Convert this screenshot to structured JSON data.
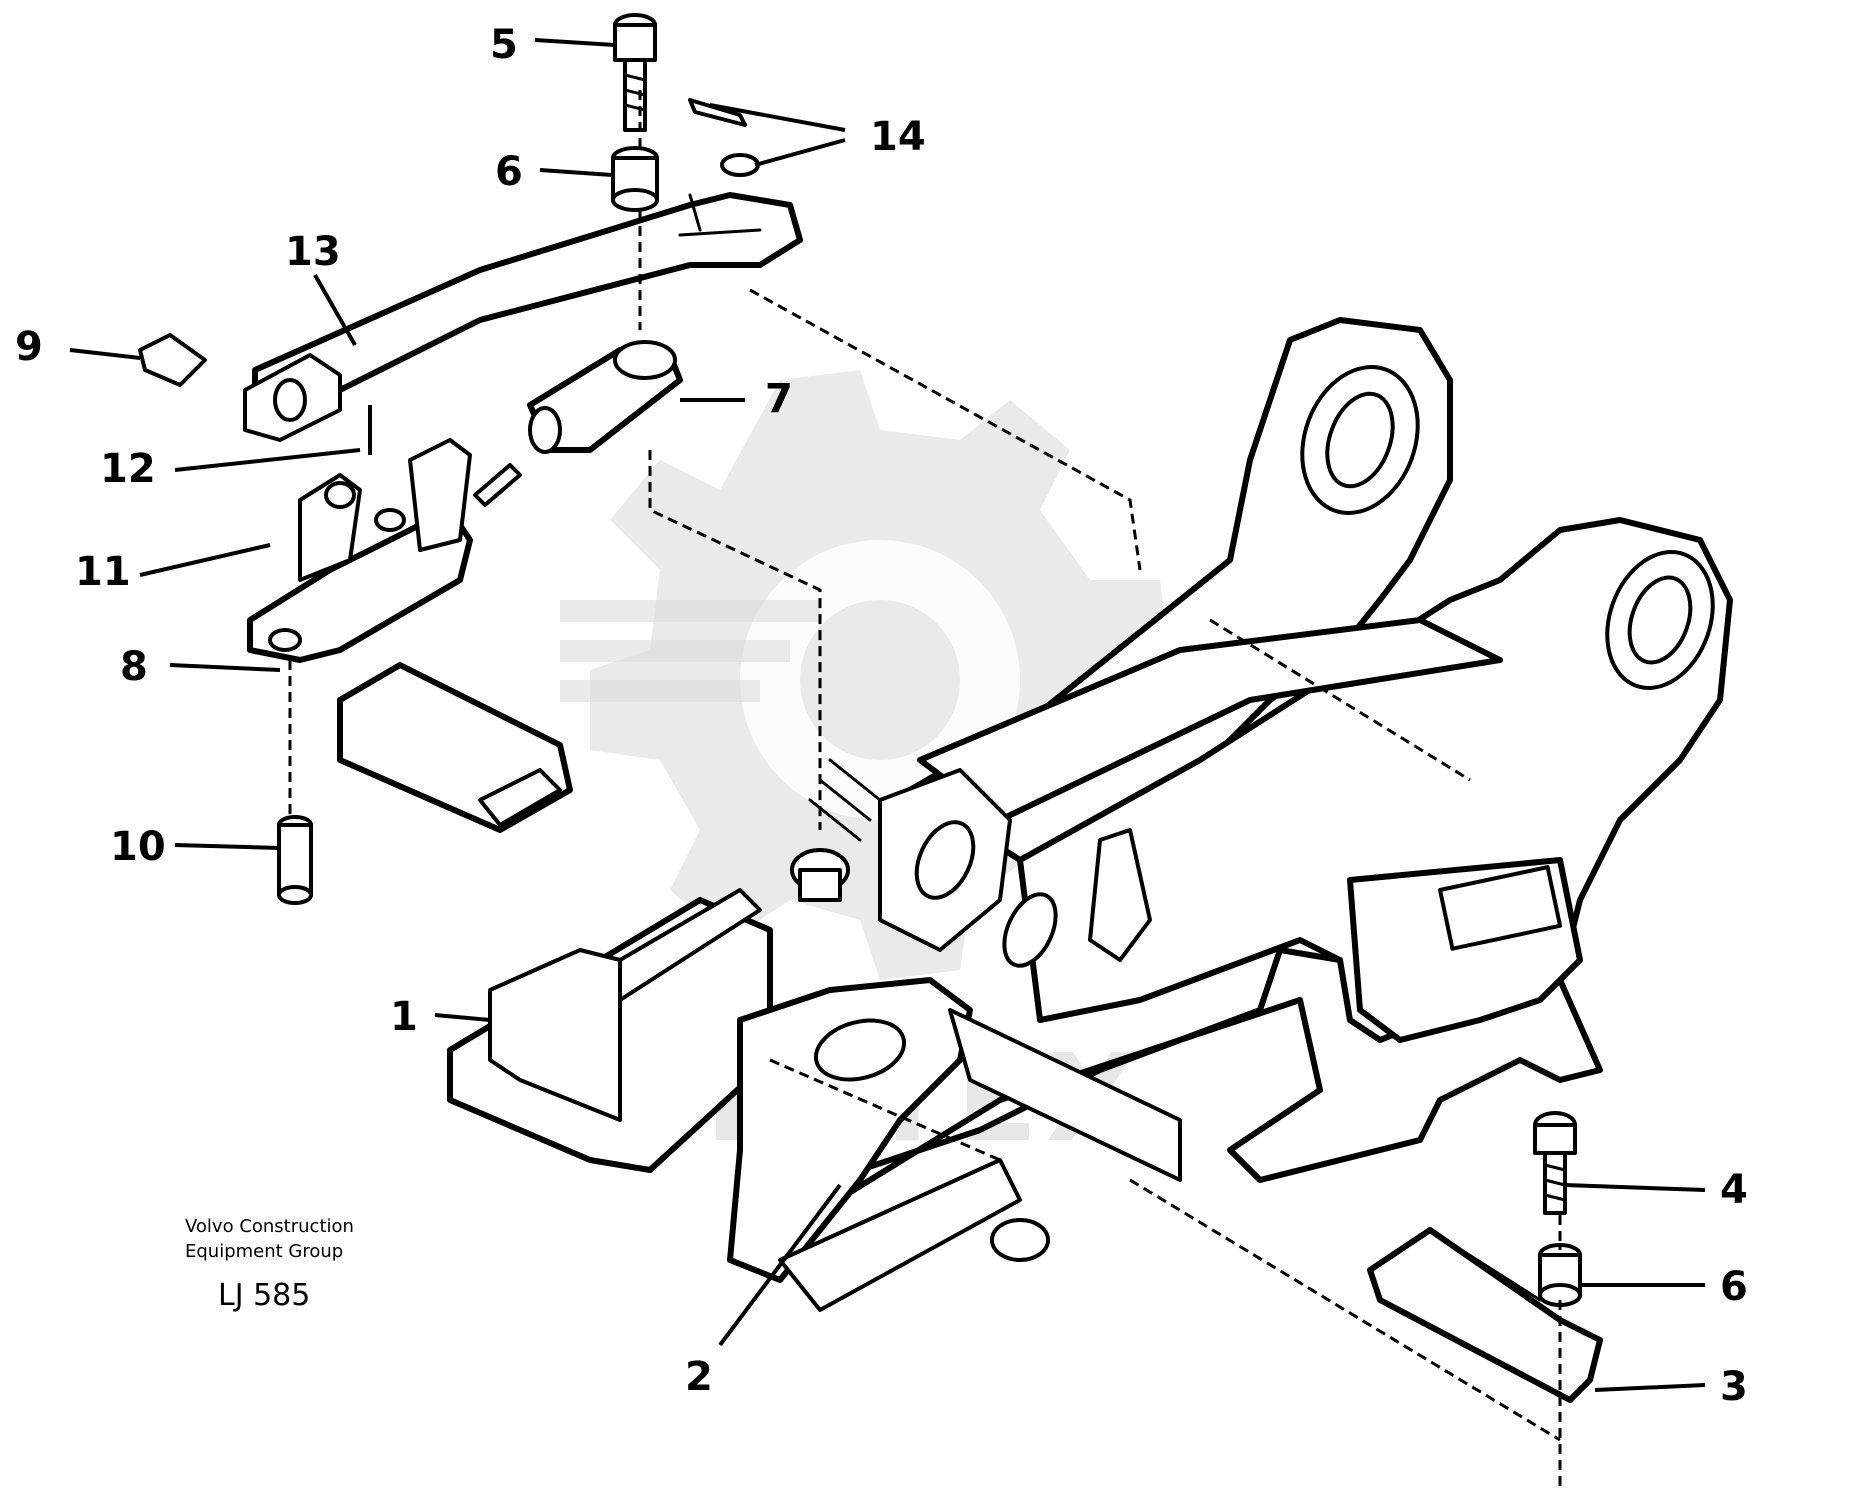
{
  "diagram": {
    "footer": {
      "line1": "Volvo Construction",
      "line2": "Equipment Group",
      "code": "LJ 585"
    },
    "watermark": "HITEX",
    "callouts": [
      {
        "id": "5",
        "label": "5"
      },
      {
        "id": "14",
        "label": "14"
      },
      {
        "id": "6a",
        "label": "6"
      },
      {
        "id": "13",
        "label": "13"
      },
      {
        "id": "9",
        "label": "9"
      },
      {
        "id": "7",
        "label": "7"
      },
      {
        "id": "12",
        "label": "12"
      },
      {
        "id": "11",
        "label": "11"
      },
      {
        "id": "8",
        "label": "8"
      },
      {
        "id": "10",
        "label": "10"
      },
      {
        "id": "1",
        "label": "1"
      },
      {
        "id": "2",
        "label": "2"
      },
      {
        "id": "4",
        "label": "4"
      },
      {
        "id": "6b",
        "label": "6"
      },
      {
        "id": "3",
        "label": "3"
      }
    ]
  }
}
